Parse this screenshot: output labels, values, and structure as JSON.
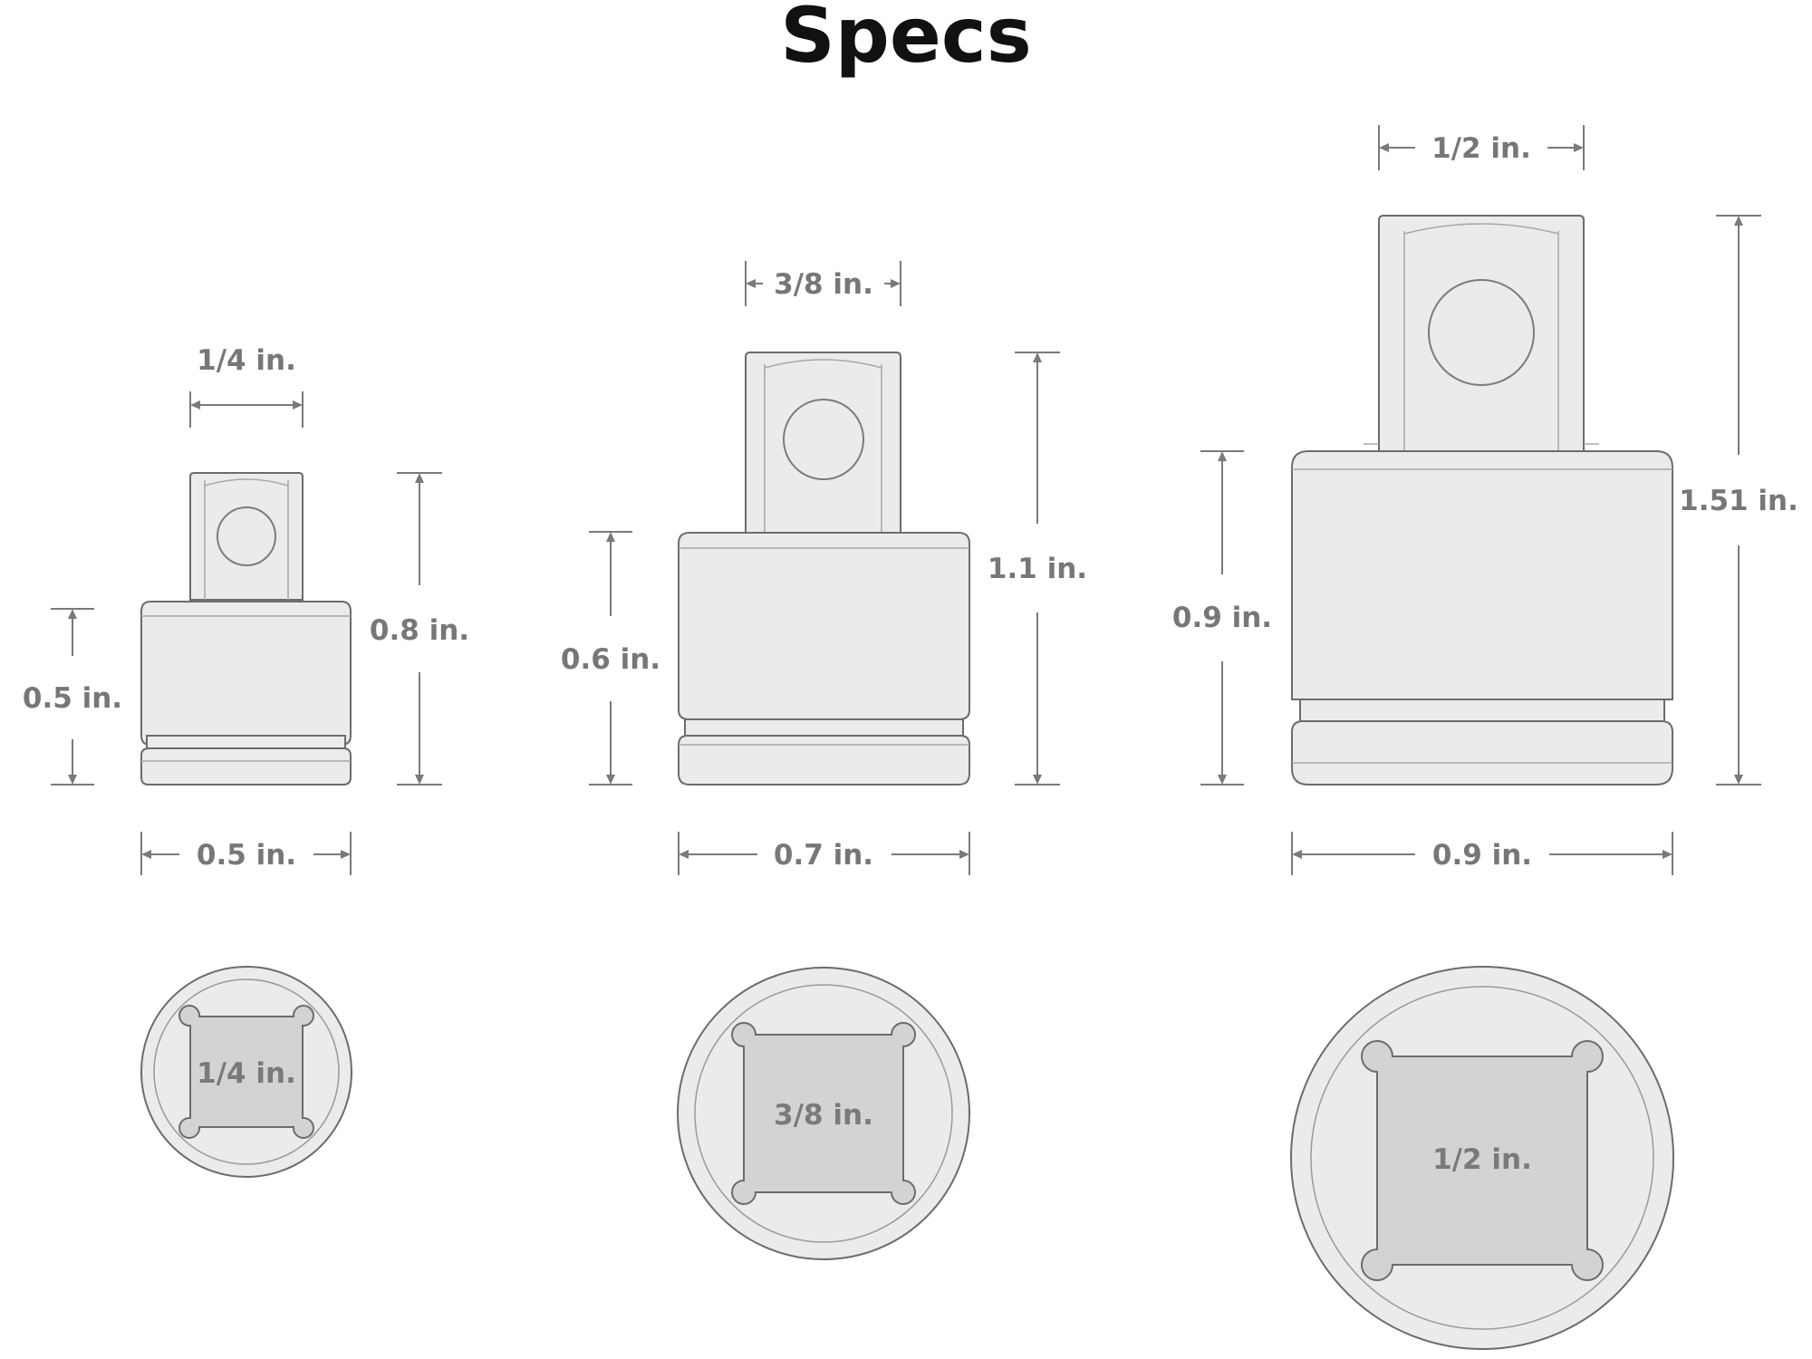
{
  "title": "Specs",
  "adapters": [
    {
      "id": "small",
      "drive_label": "1/4 in.",
      "height_label": "0.8 in.",
      "body_height_label": "0.5 in.",
      "width_label": "0.5 in.",
      "socket_label": "1/4 in."
    },
    {
      "id": "medium",
      "drive_label": "3/8 in.",
      "height_label": "1.1 in.",
      "body_height_label": "0.6 in.",
      "width_label": "0.7 in.",
      "socket_label": "3/8 in."
    },
    {
      "id": "large",
      "drive_label": "1/2 in.",
      "height_label": "1.51 in.",
      "body_height_label": "0.9 in.",
      "width_label": "0.9 in.",
      "socket_label": "1/2 in."
    }
  ],
  "colors": {
    "title": "#111111",
    "dimension_text": "#777777",
    "body_fill": "#ebebeb",
    "outline": "#6c6c6c",
    "socket_fill": "#d3d3d3"
  }
}
